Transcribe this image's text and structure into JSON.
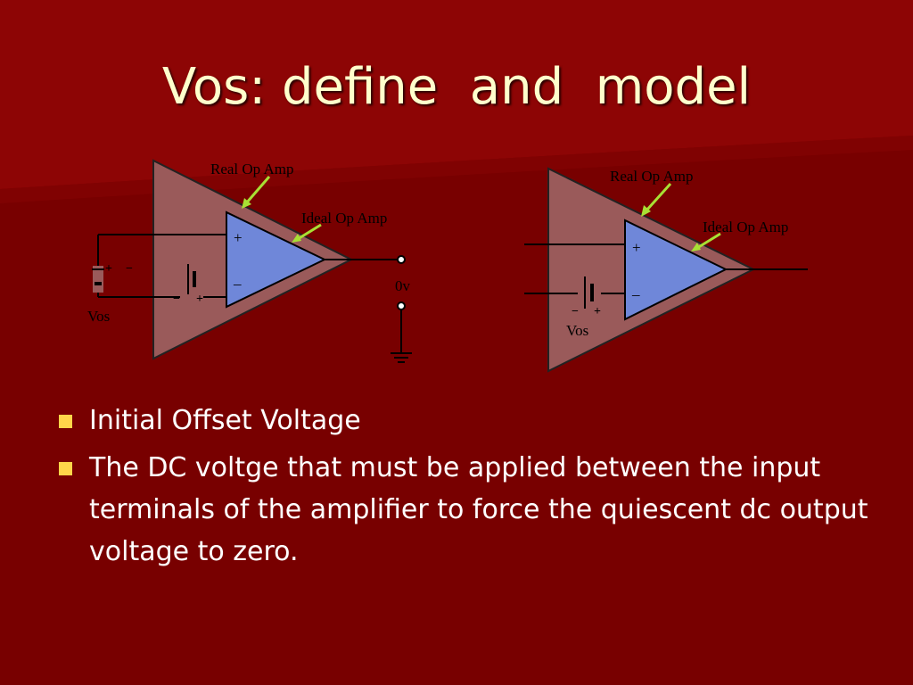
{
  "slide": {
    "title": "Vos: define  and  model",
    "colors": {
      "background": "#7a0000",
      "title": "#ffffcc",
      "bullet_marker": "#ffd54a"
    }
  },
  "diagram_left": {
    "real_label": "Real Op Amp",
    "ideal_label": "Ideal Op Amp",
    "plus_label": "+",
    "minus_label": "_",
    "vos_label": "Vos",
    "output_label": "0v",
    "battery_left_plus": "+",
    "battery_left_minus": "−",
    "battery_right_minus": "−",
    "battery_right_plus": "+"
  },
  "diagram_right": {
    "real_label": "Real Op Amp",
    "ideal_label": "Ideal Op Amp",
    "plus_label": "+",
    "minus_label": "_",
    "vos_label": "Vos",
    "battery_minus": "−",
    "battery_plus": "+"
  },
  "bullets": [
    {
      "text": "Initial Offset Voltage"
    },
    {
      "text": "The DC voltge that must be applied between the input terminals of the amplifier to force the quiescent dc output voltage to zero."
    }
  ]
}
